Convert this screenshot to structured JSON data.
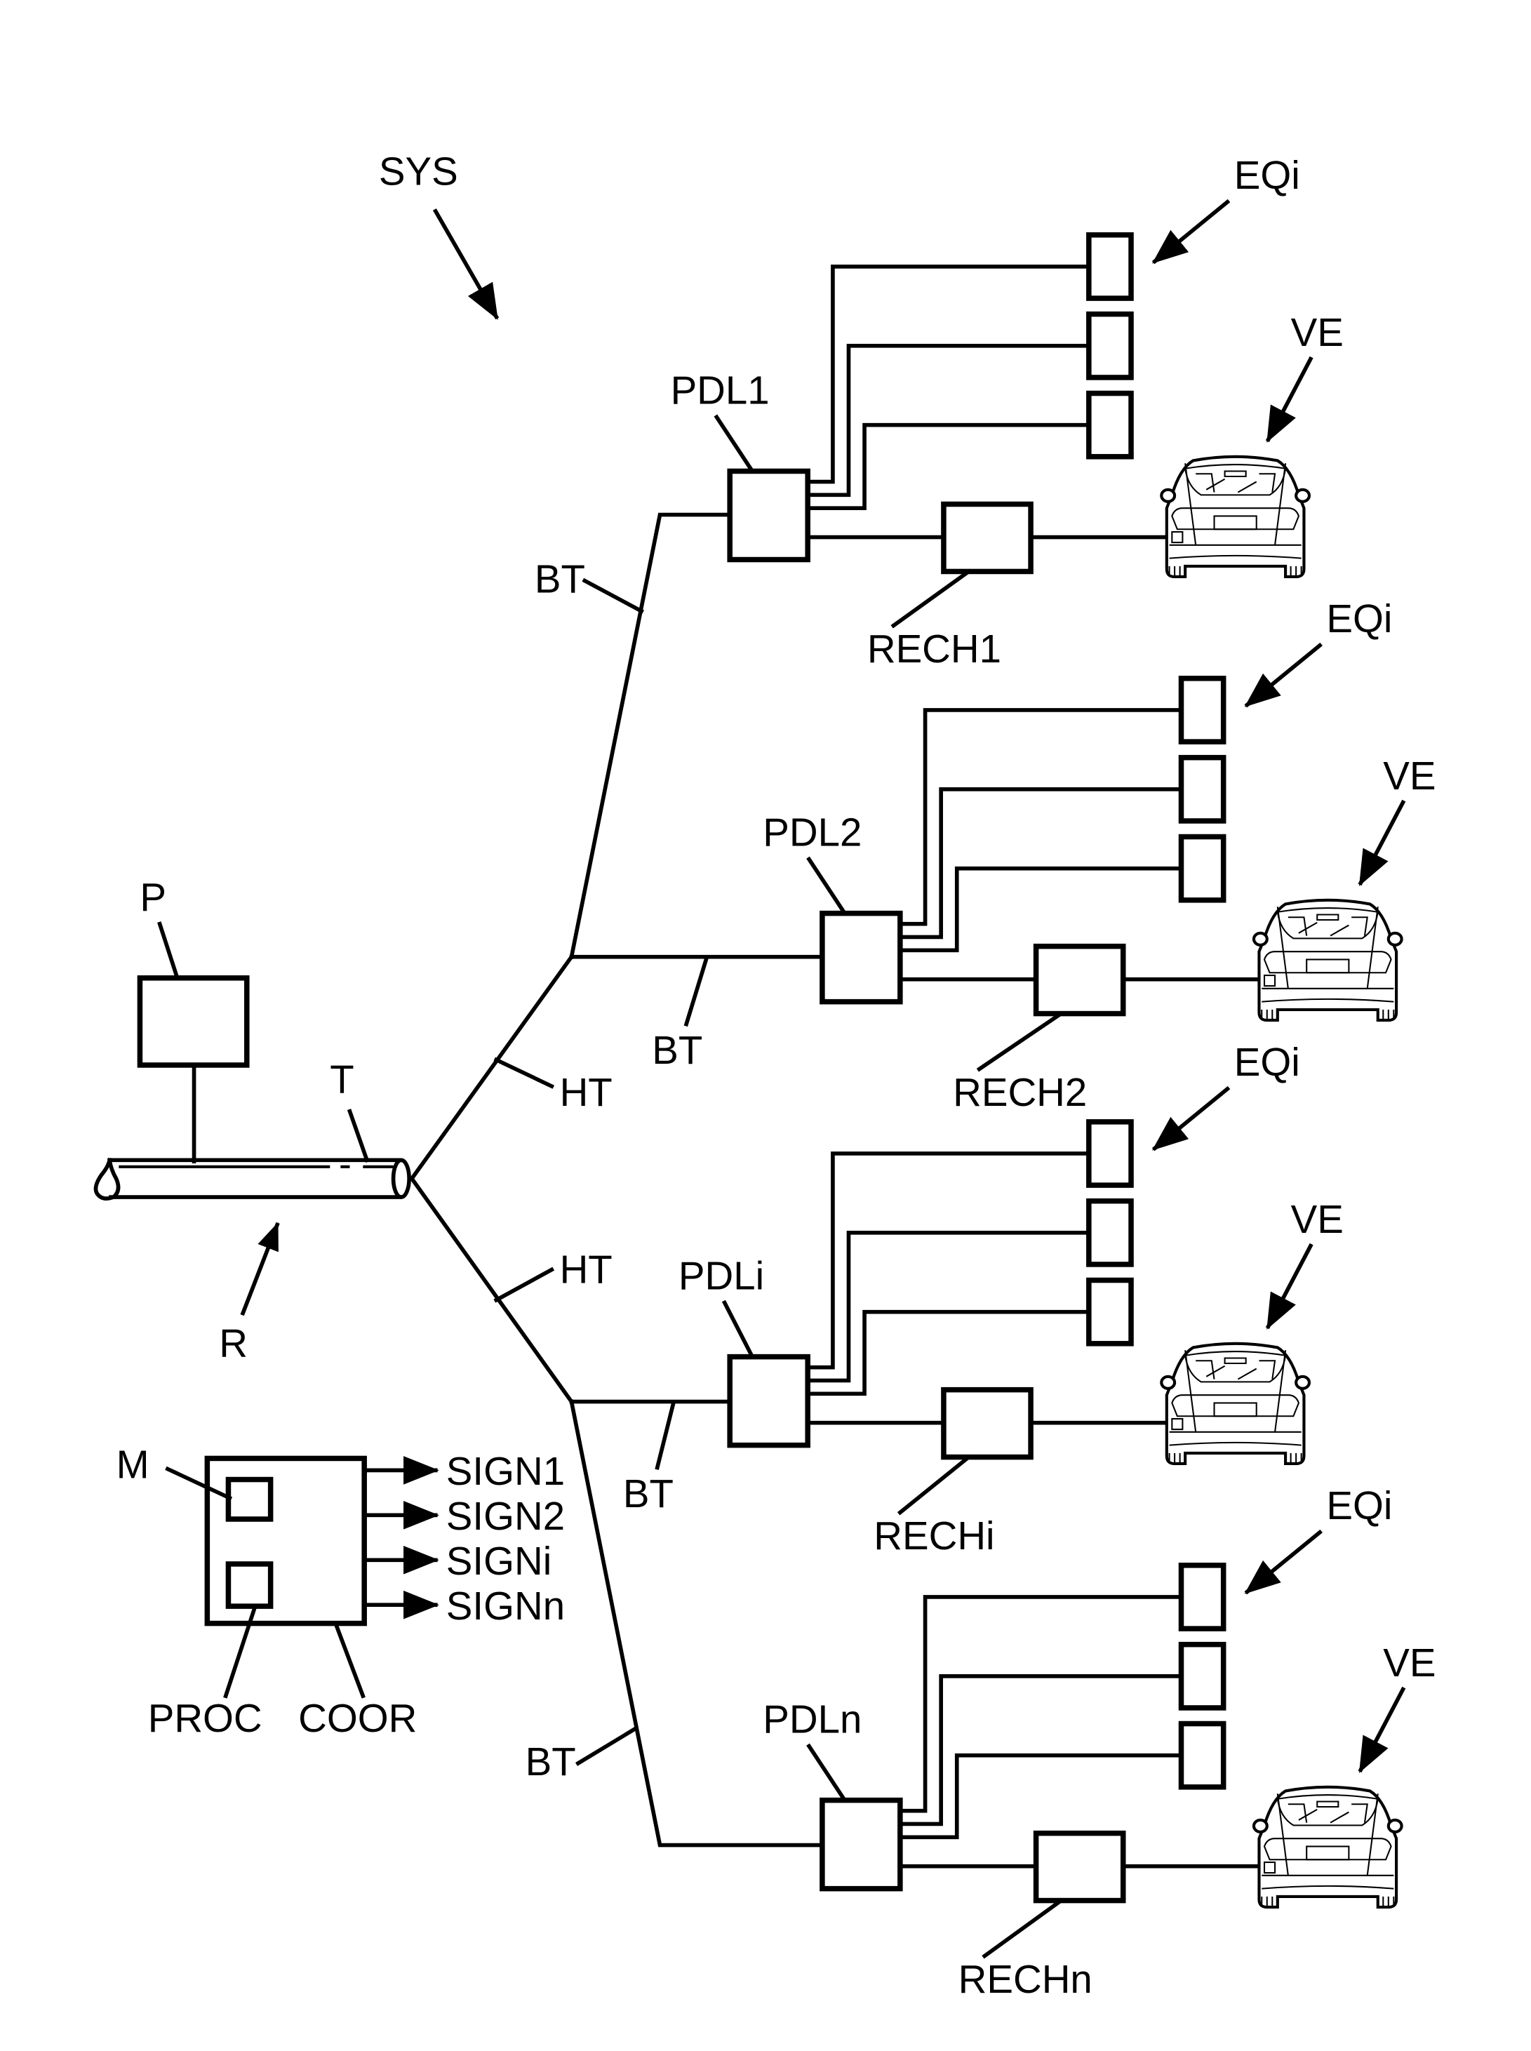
{
  "figure": {
    "system_label": "SYS",
    "network_label": "R",
    "pipe_label": "T",
    "producer_label": "P",
    "ht_labels": [
      "HT",
      "HT"
    ],
    "coordinator": {
      "label": "COOR",
      "memory_label": "M",
      "processor_label": "PROC",
      "signals": [
        "SIGN1",
        "SIGN2",
        "SIGNi",
        "SIGNn"
      ]
    },
    "branches": [
      {
        "bt_label": "BT",
        "pdl_label": "PDL1",
        "rech_label": "RECH1",
        "eq_label": "EQi",
        "ve_label": "VE"
      },
      {
        "bt_label": "BT",
        "pdl_label": "PDL2",
        "rech_label": "RECH2",
        "eq_label": "EQi",
        "ve_label": "VE"
      },
      {
        "bt_label": "BT",
        "pdl_label": "PDLi",
        "rech_label": "RECHi",
        "eq_label": "EQi",
        "ve_label": "VE"
      },
      {
        "bt_label": "BT",
        "pdl_label": "PDLn",
        "rech_label": "RECHn",
        "eq_label": "EQi",
        "ve_label": "VE"
      }
    ]
  }
}
